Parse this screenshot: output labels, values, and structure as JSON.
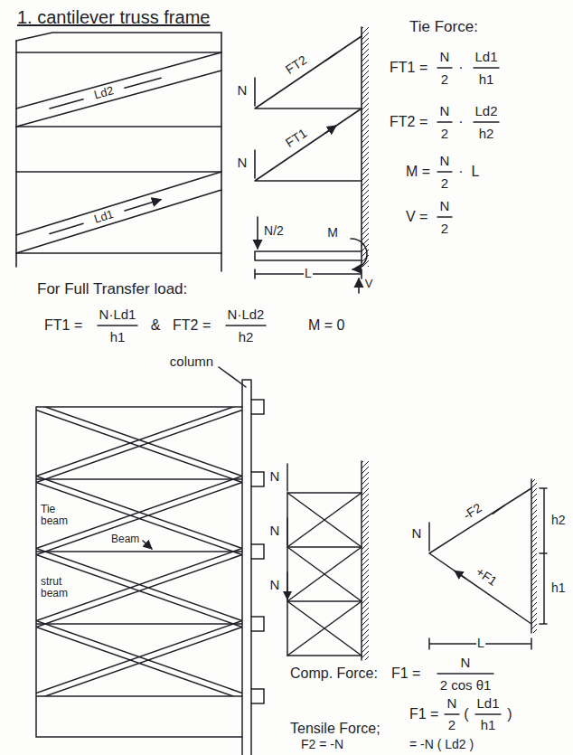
{
  "diagram": {
    "title": "1. cantilever truss frame",
    "labels": [
      "Ld2",
      "Ld1",
      "N",
      "FT2",
      "N",
      "FT1",
      "N/2",
      "M",
      "V",
      "L",
      "Tie Force:",
      "FT1 =",
      "N",
      "2",
      "·",
      "Ld1",
      "h1",
      "FT2 =",
      "N",
      "2",
      "·",
      "Ld2",
      "h2",
      "M =",
      "N",
      "2",
      "·",
      "L",
      "V =",
      "N",
      "2",
      "For Full Transfer load:",
      "FT1 =",
      "N·Ld1",
      "h1",
      "&",
      "FT2 =",
      "N·Ld2",
      "h2",
      "M = 0",
      "column",
      "Tie beam",
      "Beam",
      "strut beam",
      "N",
      "N",
      "N",
      "N",
      "-F2",
      "+F1",
      "h2",
      "h1",
      "L",
      "Comp. Force:",
      "F1 =",
      "N",
      "2 cos θ1",
      "F1 =",
      "N",
      "2",
      "(",
      "Ld1",
      "h1",
      ")",
      "Tensile Force;",
      "F2 = -N",
      "= -N ( Ld2 )"
    ]
  }
}
